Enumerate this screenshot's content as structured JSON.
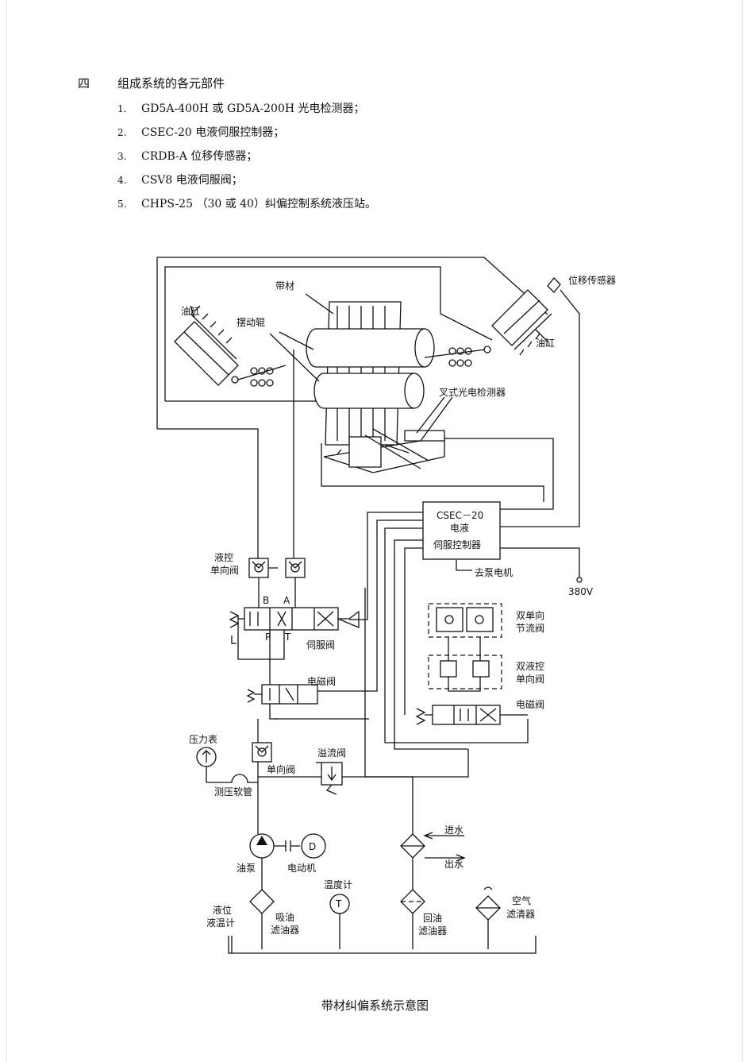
{
  "section": {
    "number": "四",
    "title": "组成系统的各元部件"
  },
  "components": [
    {
      "n": "1.",
      "text": "GD5A-400H 或 GD5A-200H 光电检测器；"
    },
    {
      "n": "2.",
      "text": "CSEC-20 电液伺服控制器；"
    },
    {
      "n": "3.",
      "text": "CRDB-A 位移传感器；"
    },
    {
      "n": "4.",
      "text": "CSV8 电液伺服阀；"
    },
    {
      "n": "5.",
      "text": "CHPS-25 （30 或 40）纠偏控制系统液压站。"
    }
  ],
  "diagram": {
    "strip": "带材",
    "swing_roller": "摆动辊",
    "cylinder_left": "油缸",
    "cylinder_right": "油缸",
    "position_sensor": "位移传感器",
    "fork_detector": "叉式光电检测器",
    "controller": [
      "CSEC－20",
      "电液",
      "伺服控制器"
    ],
    "to_pump_motor": "去泵电机",
    "power": "380V",
    "pilot_check": [
      "液控",
      "单向阀"
    ],
    "port_b": "B",
    "port_a": "A",
    "port_p": "P",
    "port_t": "T",
    "servo_valve": "伺服阀",
    "solenoid_valve_1": "电磁阀",
    "dual_throttle": [
      "双单向",
      "节流阀"
    ],
    "dual_pilot_check": [
      "双液控",
      "单向阀"
    ],
    "solenoid_valve_2": "电磁阀",
    "pressure_gauge": "压力表",
    "check_valve": "单向阀",
    "relief_valve": "溢流阀",
    "test_hose": "测压软管",
    "water_in": "进水",
    "water_out": "出水",
    "pump": "油泵",
    "motor": "电动机",
    "motor_symbol": "D",
    "thermometer": "温度计",
    "thermo_symbol": "T",
    "level_gauge": [
      "液位",
      "液温计"
    ],
    "suction_filter": [
      "吸油",
      "滤油器"
    ],
    "return_filter": [
      "回油",
      "滤油器"
    ],
    "air_filter": [
      "空气",
      "滤清器"
    ]
  },
  "caption": "带材纠偏系统示意图"
}
